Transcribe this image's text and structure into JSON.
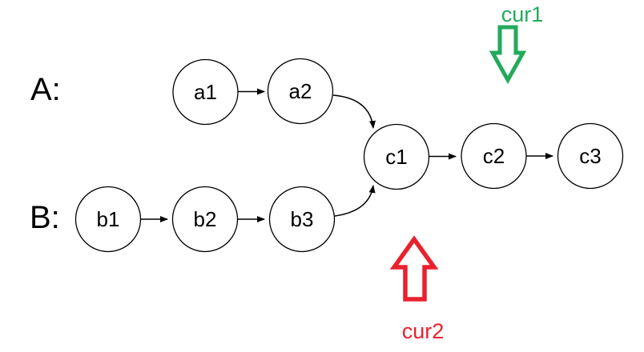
{
  "row_labels": {
    "a": "A:",
    "b": "B:"
  },
  "nodes": {
    "a1": "a1",
    "a2": "a2",
    "b1": "b1",
    "b2": "b2",
    "b3": "b3",
    "c1": "c1",
    "c2": "c2",
    "c3": "c3"
  },
  "edges": [
    "a1->a2",
    "a2->c1",
    "b1->b2",
    "b2->b3",
    "b3->c1",
    "c1->c2",
    "c2->c3"
  ],
  "pointers": {
    "cur1": {
      "label": "cur1",
      "color": "#23aa5a",
      "direction": "down"
    },
    "cur2": {
      "label": "cur2",
      "color": "#ea212d",
      "direction": "up"
    }
  },
  "colors": {
    "node_stroke": "#000000",
    "node_fill": "#ffffff",
    "edge": "#000000",
    "label_text": "#000000",
    "pointer_fill": "#ffffff"
  }
}
